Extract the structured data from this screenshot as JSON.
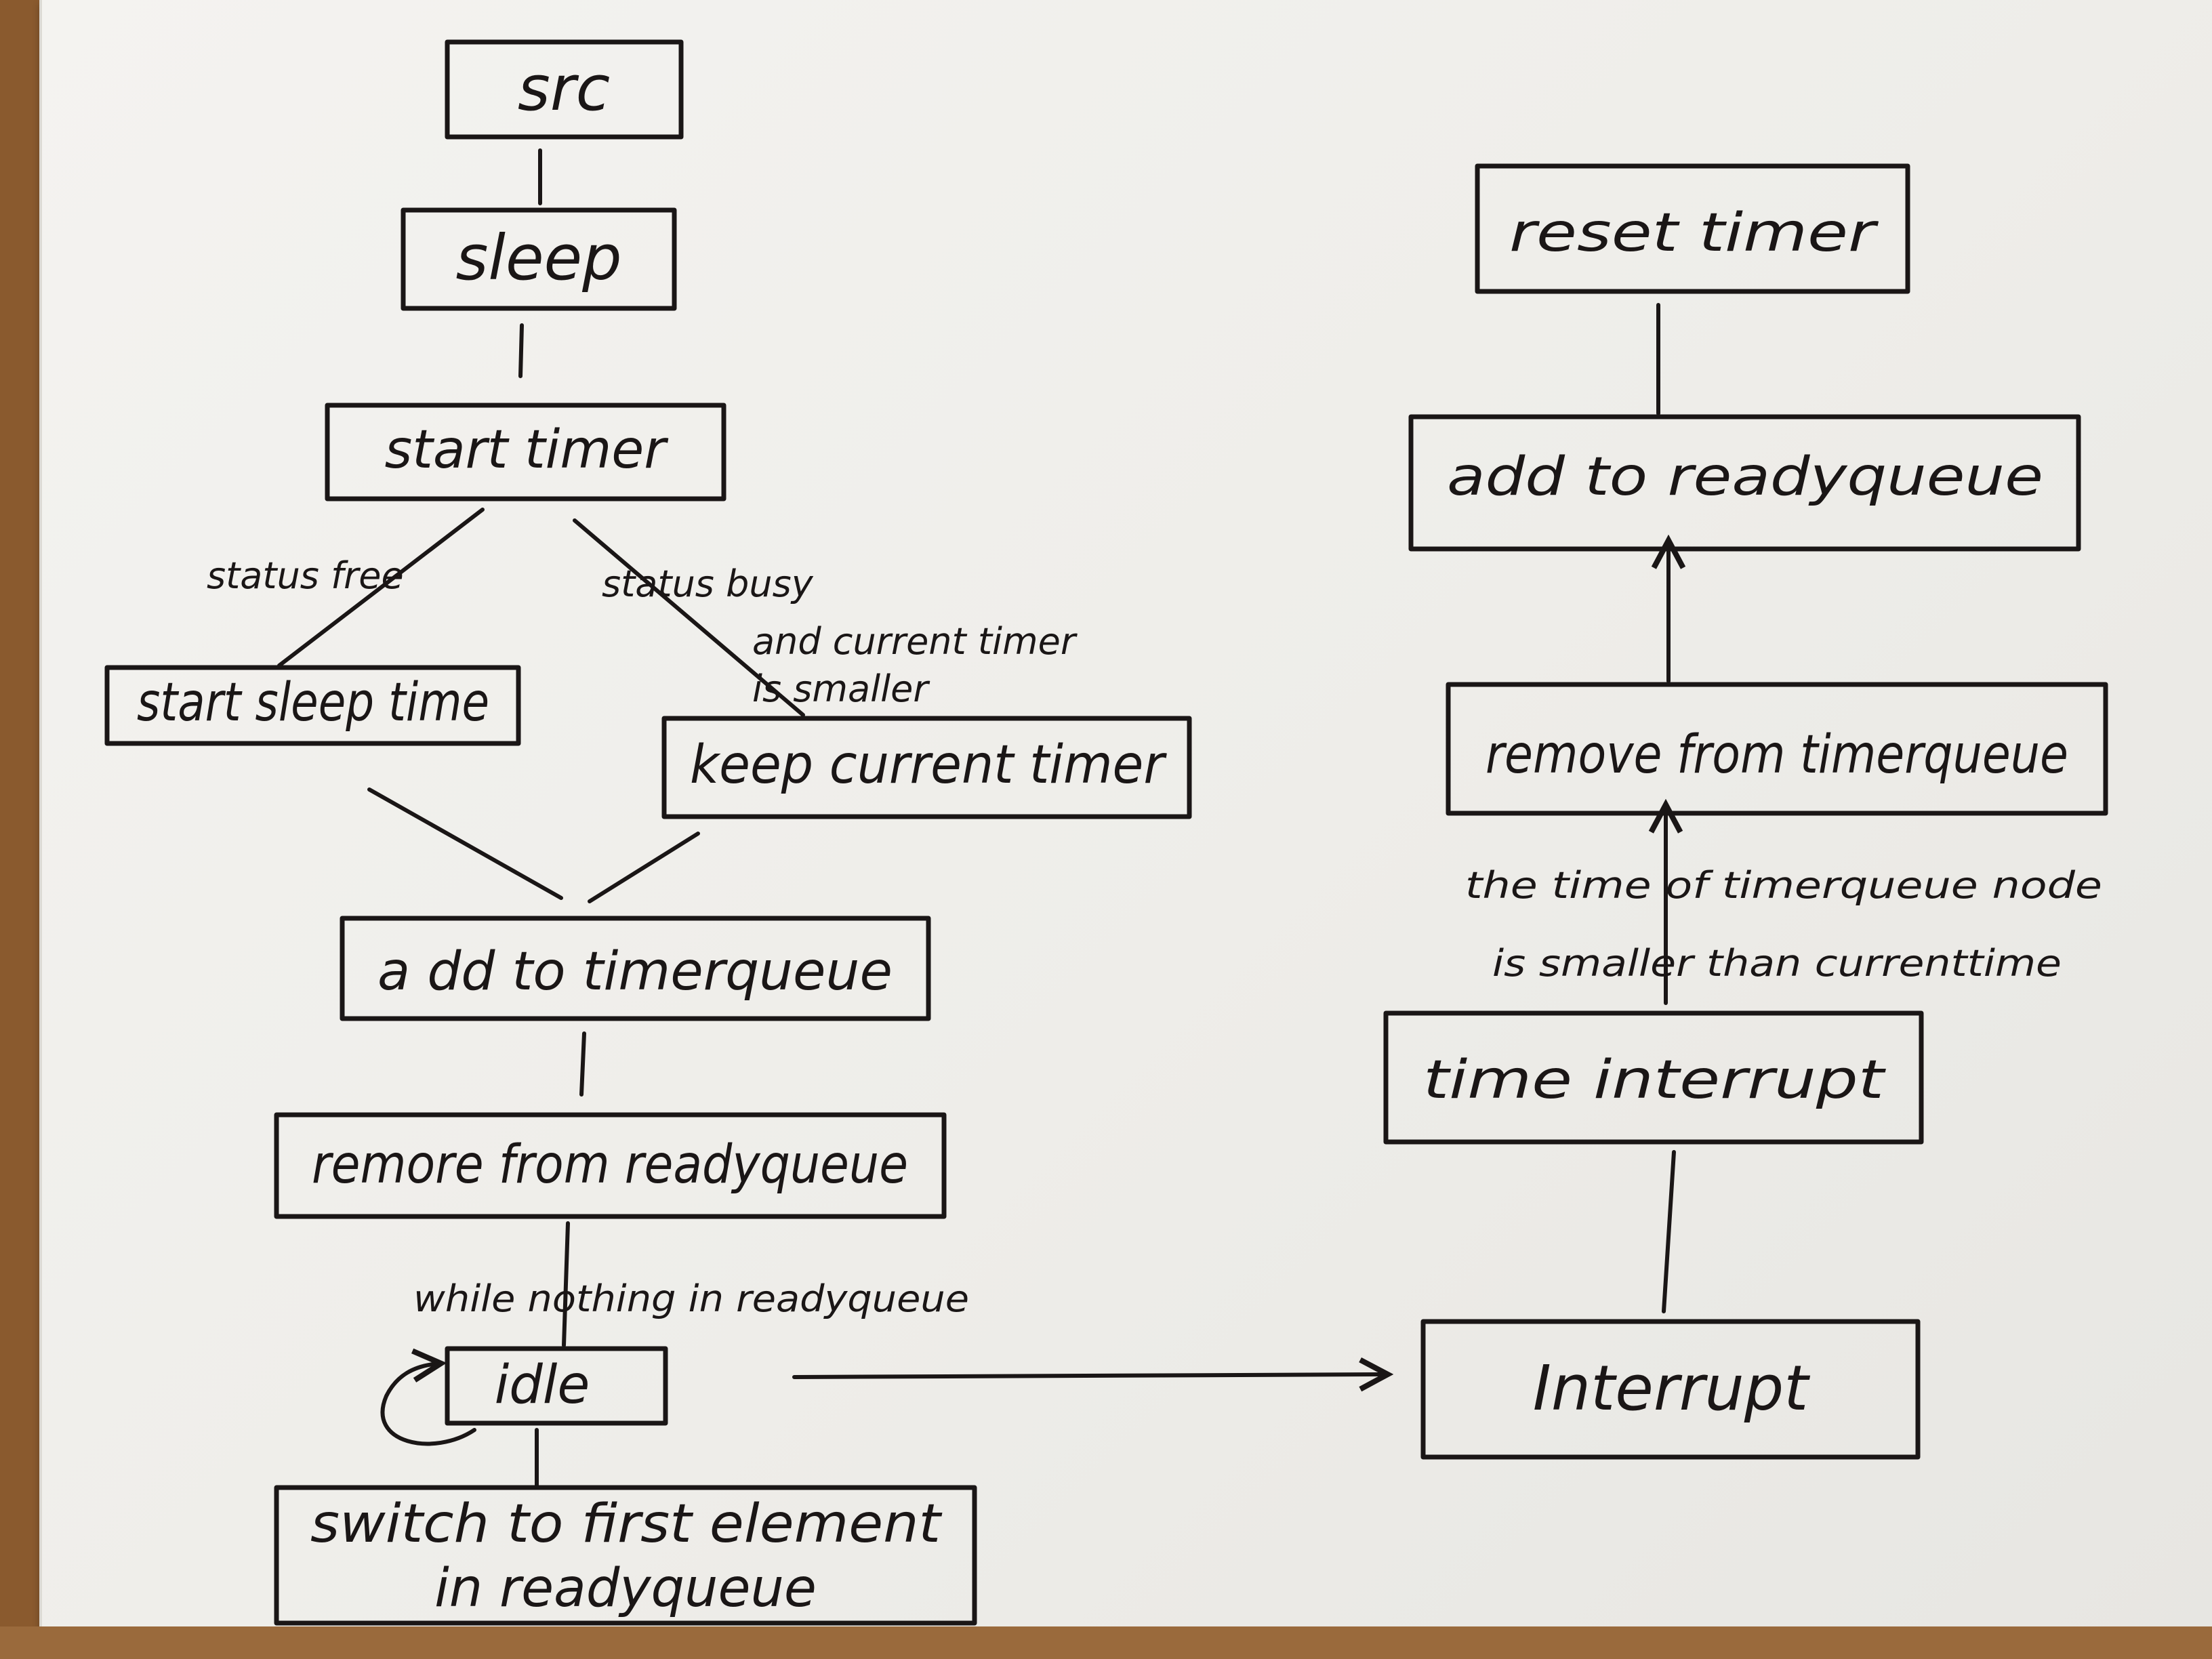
{
  "nodes": {
    "src": "src",
    "sleep": "sleep",
    "start_timer": "start timer",
    "start_sleep_time": "start sleep time",
    "keep_current_timer": "keep current timer",
    "add_to_timerqueue": "a dd to timerqueue",
    "remove_from_readyqueue": "remore from readyqueue",
    "idle": "idle",
    "switch_line1": "switch to first element",
    "switch_line2": "in readyqueue",
    "interrupt": "Interrupt",
    "time_interrupt": "time interrupt",
    "remove_from_timerqueue": "remove from timerqueue",
    "add_to_readyqueue": "add to readyqueue",
    "reset_timer": "reset timer"
  },
  "edge_labels": {
    "status_free": "status free",
    "status_busy_1": "status busy",
    "status_busy_2": "and current timer",
    "status_busy_3": "is smaller",
    "while_nothing": "while nothing in readyqueue",
    "timer_cond_1": "the time of timerqueue node",
    "timer_cond_2": "is smaller than currenttime"
  },
  "colors": {
    "ink": "#1a1616",
    "paper": "#f1f0ec",
    "table": "#8a5a2e"
  }
}
